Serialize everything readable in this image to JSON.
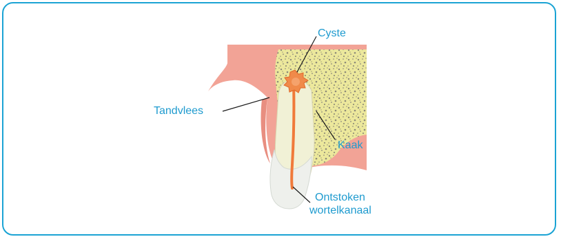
{
  "labels": {
    "cyst": "Cyste",
    "gum": "Tandvlees",
    "jaw": "Kaak",
    "canal_line1": "Ontstoken",
    "canal_line2": "wortelkanaal"
  },
  "colors": {
    "frame": "#1aa3d4",
    "label_text": "#1f9bcf",
    "gum": "#f2a396",
    "gum_light": "#f7c4ba",
    "bone": "#ece89c",
    "bone_speckle": "#8d8a78",
    "tooth": "#f1f1d6",
    "enamel": "#eef0ec",
    "canal": "#f07a3a",
    "cyst": "#f08a4a"
  }
}
